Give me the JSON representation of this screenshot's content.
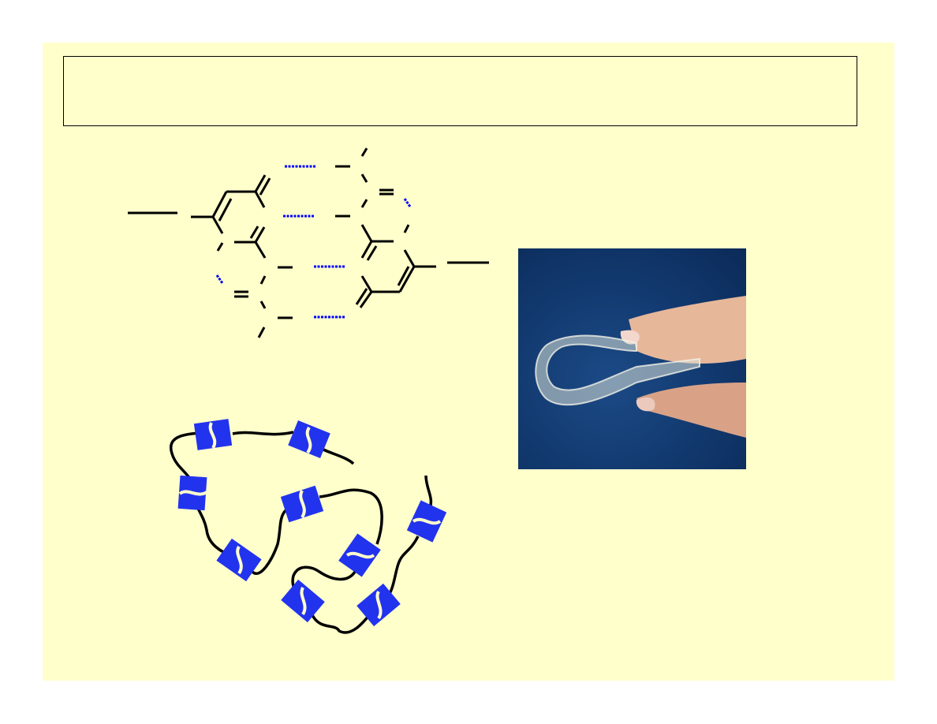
{
  "slide": {
    "title": "",
    "colors": {
      "background": "#ffffcc",
      "bond": "#000000",
      "hydrogen_bond": "#0000ff",
      "disulfide_block": "#2233ee",
      "photo_background": "#123a70"
    }
  },
  "figures": {
    "structure_icon": "base-pair-hydrogen-bond-structure",
    "photo_icon": "flexible-hydrogel-strip-photo",
    "polymer_icon": "polymer-chain-with-disulfide-blocks"
  }
}
